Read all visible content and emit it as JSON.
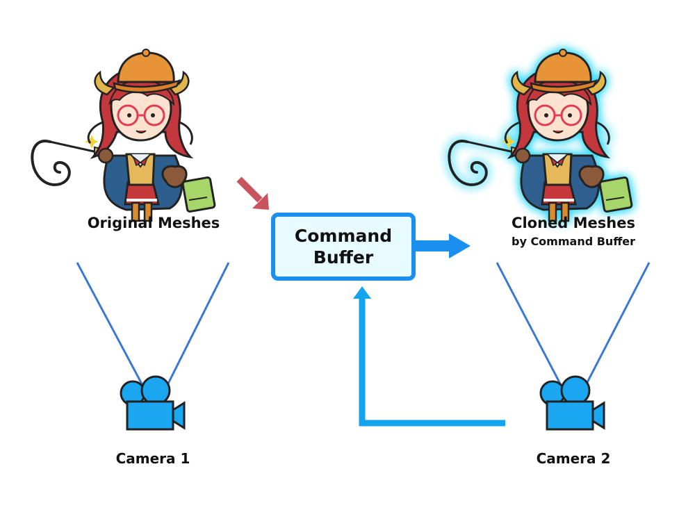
{
  "labels": {
    "original": "Original Meshes",
    "cloned_title": "Cloned Meshes",
    "cloned_sub": "by Command Buffer",
    "camera1": "Camera 1",
    "camera2": "Camera 2"
  },
  "command_buffer": {
    "line1": "Command",
    "line2": "Buffer"
  },
  "colors": {
    "box_border": "#1a8fef",
    "box_fill": "#e8fbff",
    "arrow_in": "#c8555d",
    "arrow_out": "#1a8fef",
    "feedback_line": "#14a3ef",
    "view_lines": "#3b78d6",
    "camera_fill": "#1aa6f0",
    "glow": "#35d8f5"
  },
  "icons": {
    "character_original": "chibi-character",
    "character_clone": "chibi-character-glow",
    "camera": "video-camera-icon"
  }
}
